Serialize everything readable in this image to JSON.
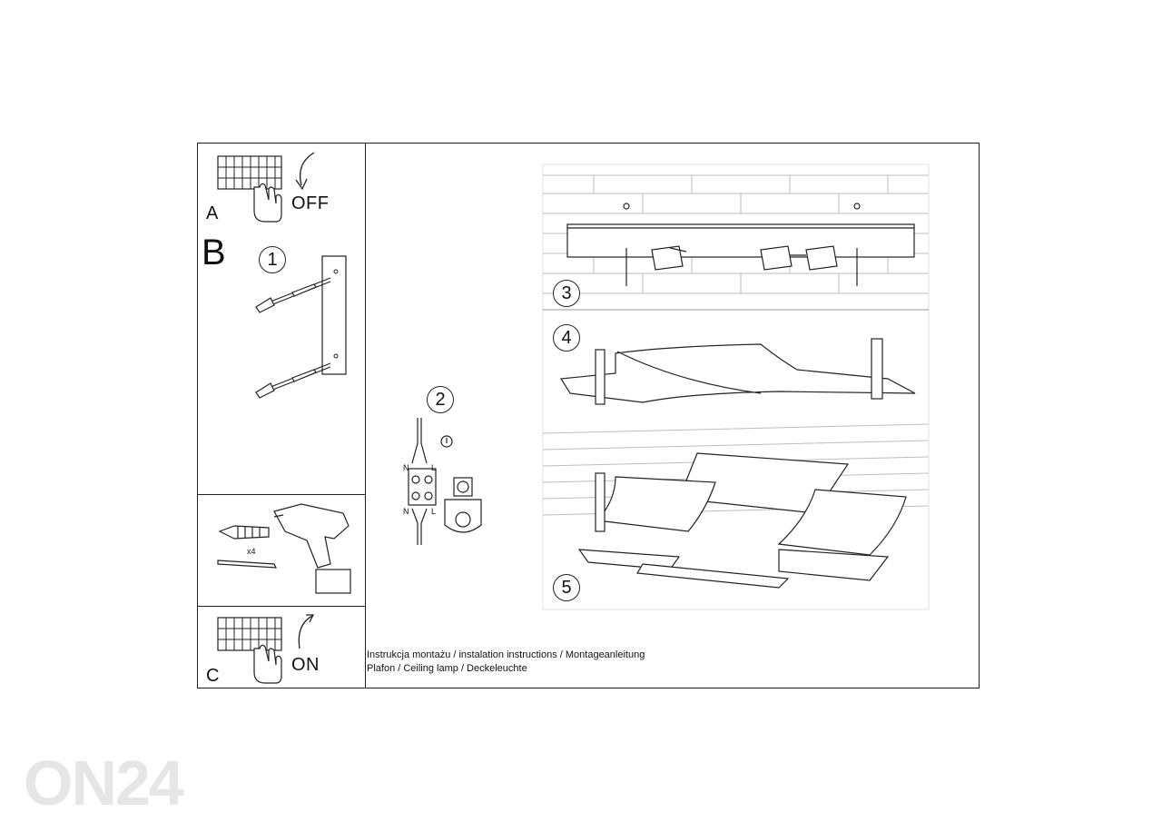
{
  "panel_a": {
    "letter": "A",
    "action": "OFF"
  },
  "panel_b": {
    "letter": "B"
  },
  "panel_c": {
    "letter": "C",
    "action": "ON"
  },
  "steps": {
    "s1": "1",
    "s2": "2",
    "s3": "3",
    "s4": "4",
    "s5": "5"
  },
  "tools": {
    "quantity": "x4"
  },
  "wiring": {
    "n_top": "N",
    "l_top": "L",
    "n_bottom": "N",
    "l_bottom": "L"
  },
  "caption": {
    "line1": "Instrukcja montażu / instalation instructions / Montageanleitung",
    "line2": "Plafon / Ceiling lamp / Deckeleuchte"
  },
  "watermark": "ON24"
}
